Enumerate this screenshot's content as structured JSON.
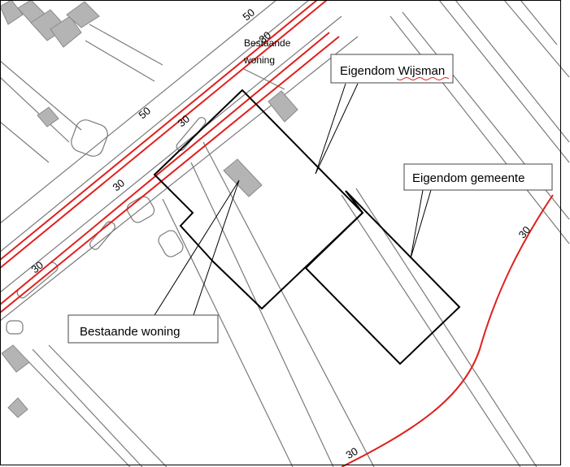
{
  "map": {
    "colors": {
      "background": "#ffffff",
      "red_line": "#e0201c",
      "building_fill": "#b4b4b4",
      "building_stroke": "#8a8a8a",
      "street_line": "#7a7a7a",
      "parcel": "#000000",
      "label_border": "#444444"
    },
    "callouts": {
      "wijsman": "Eigendom Wijsman",
      "gemeente": "Eigendom gemeente",
      "woning": "Bestaande woning"
    },
    "inline_labels": {
      "bestaande_line1": "Bestaande",
      "bestaande_line2": "woning"
    },
    "speed_labels": {
      "a": "50",
      "b": "30",
      "c": "50",
      "d": "30",
      "e": "30",
      "f": "30",
      "g": "30",
      "h": "30"
    }
  }
}
